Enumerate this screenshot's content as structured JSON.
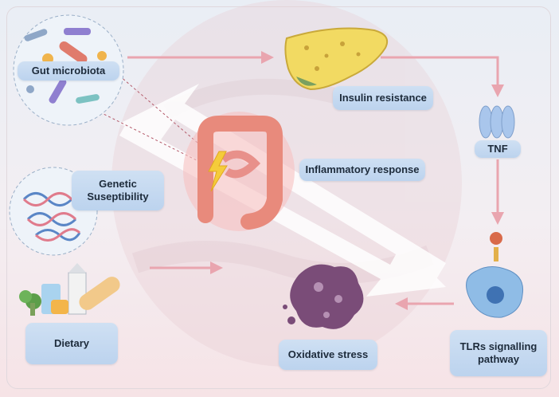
{
  "labels": {
    "gut_microbiota": "Gut microbiota",
    "genetic_line1": "Genetic",
    "genetic_line2": "Suseptibility",
    "dietary": "Dietary",
    "insulin_resistance": "Insulin resistance",
    "tnf": "TNF",
    "inflammatory_response": "Inflammatory response",
    "tlrs_line1": "TLRs signalling",
    "tlrs_line2": "pathway",
    "oxidative_stress": "Oxidative stress"
  },
  "colors": {
    "label_fill": "#c4d8ef",
    "arrow_pink": "#e9a5af",
    "liver": "#f2da62",
    "colon": "#e88a7c",
    "particle": "#7a4c78",
    "cell": "#6fa6d9"
  },
  "icons": [
    "bacteria-icon",
    "dna-icon",
    "food-icon",
    "liver-icon",
    "colon-icon",
    "lightning-icon",
    "tnf-trimer-icon",
    "tlr-cell-icon",
    "oxidative-particle-icon"
  ]
}
